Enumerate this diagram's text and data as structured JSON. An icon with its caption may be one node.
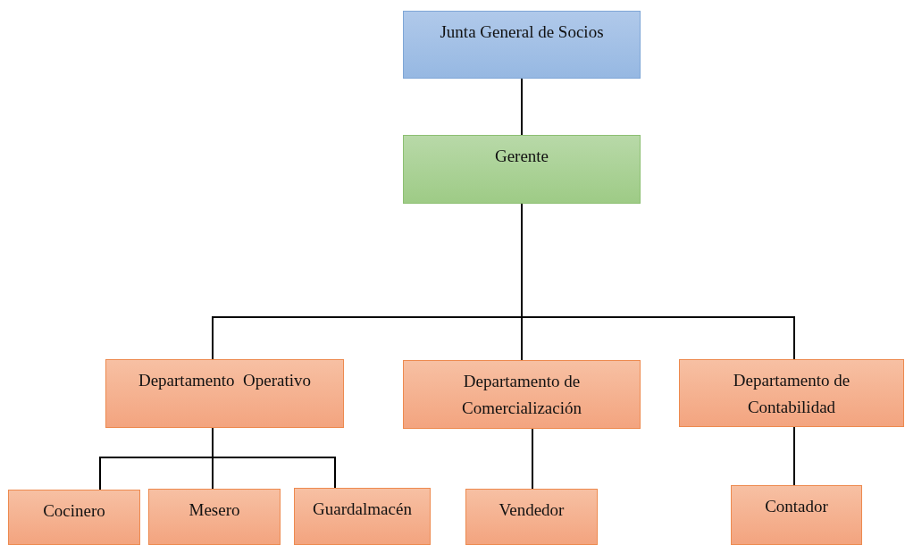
{
  "diagram": {
    "nodes": [
      {
        "text": [
          "Junta General de Socios"
        ]
      },
      {
        "text": [
          "Gerente"
        ]
      },
      {
        "text": [
          "Departamento  Operativo"
        ]
      },
      {
        "text": [
          "Departamento de Comercialización"
        ]
      },
      {
        "text": [
          "Departamento de Contabilidad"
        ]
      },
      {
        "text": [
          "Cocinero"
        ]
      },
      {
        "text": [
          "Mesero"
        ]
      },
      {
        "text": [
          "Guardalmacén"
        ]
      },
      {
        "text": [
          "Vendedor"
        ]
      },
      {
        "text": [
          "Contador"
        ]
      }
    ],
    "edges": [
      {
        "from": 0,
        "to": 1,
        "arrow": "none"
      },
      {
        "from": 1,
        "to": 2,
        "arrow": "none"
      },
      {
        "from": 1,
        "to": 3,
        "arrow": "none"
      },
      {
        "from": 1,
        "to": 4,
        "arrow": "none"
      },
      {
        "from": 2,
        "to": 5,
        "arrow": "none"
      },
      {
        "from": 2,
        "to": 6,
        "arrow": "none"
      },
      {
        "from": 2,
        "to": 7,
        "arrow": "none"
      },
      {
        "from": 3,
        "to": 8,
        "arrow": "none"
      },
      {
        "from": 4,
        "to": 9,
        "arrow": "none"
      }
    ]
  }
}
